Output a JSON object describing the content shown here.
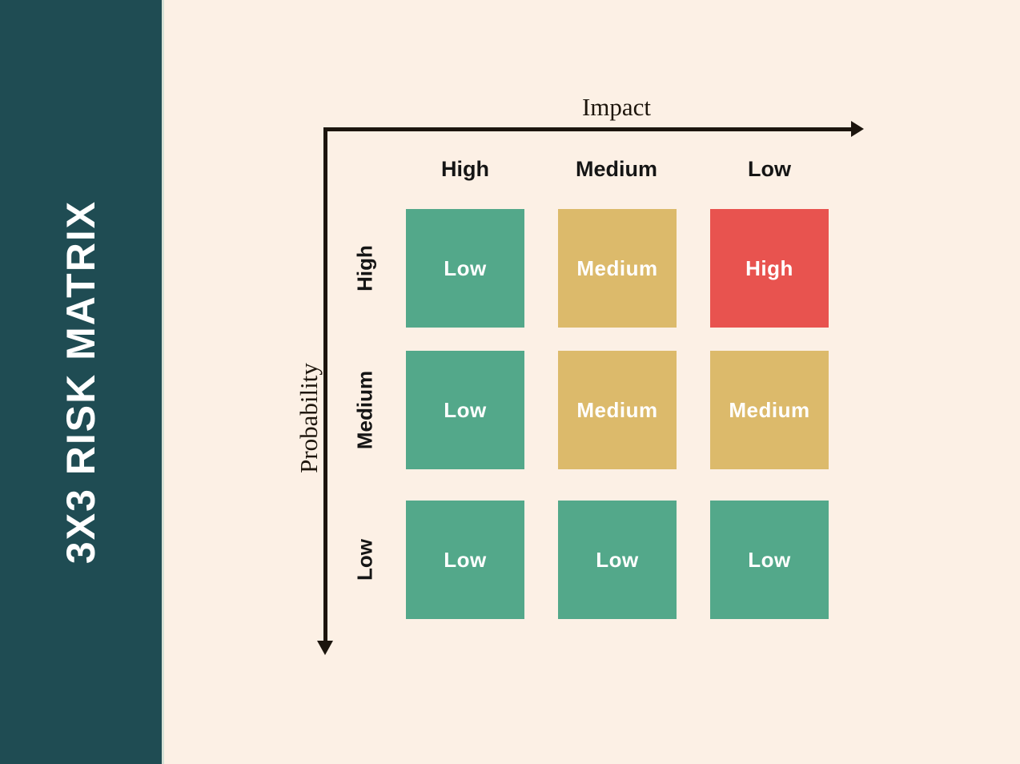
{
  "sidebar": {
    "title": "3X3 RISK MATRIX",
    "background": "#1f4c53",
    "accent_line": "#d6e1d6"
  },
  "page_background": "#fcf0e5",
  "axes": {
    "x_label": "Impact",
    "y_label": "Probability",
    "color": "#1c150e"
  },
  "matrix": {
    "column_headers": [
      "High",
      "Medium",
      "Low"
    ],
    "row_headers": [
      "High",
      "Medium",
      "Low"
    ],
    "legend_colors": {
      "low": "#53a88a",
      "medium": "#dcba6b",
      "high": "#e8534f"
    },
    "cells": [
      [
        {
          "label": "Low",
          "color": "#53a88a"
        },
        {
          "label": "Medium",
          "color": "#dcba6b"
        },
        {
          "label": "High",
          "color": "#e8534f"
        }
      ],
      [
        {
          "label": "Low",
          "color": "#53a88a"
        },
        {
          "label": "Medium",
          "color": "#dcba6b"
        },
        {
          "label": "Medium",
          "color": "#dcba6b"
        }
      ],
      [
        {
          "label": "Low",
          "color": "#53a88a"
        },
        {
          "label": "Low",
          "color": "#53a88a"
        },
        {
          "label": "Low",
          "color": "#53a88a"
        }
      ]
    ]
  }
}
